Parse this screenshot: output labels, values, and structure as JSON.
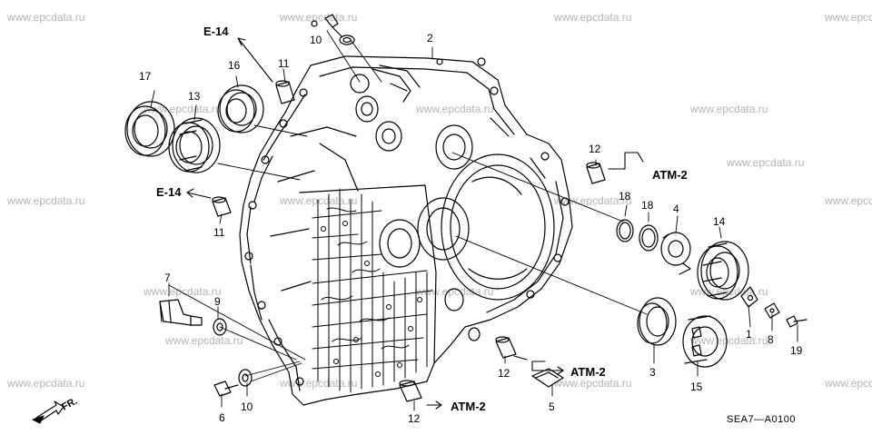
{
  "watermark": "www.epcdata.ru",
  "diagram_code": "SEA7—A0100",
  "direction_label": "FR.",
  "references": {
    "e14_top": "E-14",
    "e14_left": "E-14",
    "atm2_right": "ATM-2",
    "atm2_middle": "ATM-2",
    "atm2_bottom": "ATM-2"
  },
  "callouts": {
    "p1": "1",
    "p2": "2",
    "p3": "3",
    "p4": "4",
    "p5": "5",
    "p6": "6",
    "p7": "7",
    "p8": "8",
    "p9": "9",
    "p10a": "10",
    "p10b": "10",
    "p11a": "11",
    "p11b": "11",
    "p12a": "12",
    "p12b": "12",
    "p12c": "12",
    "p13": "13",
    "p14": "14",
    "p15": "15",
    "p16": "16",
    "p17": "17",
    "p18a": "18",
    "p18b": "18",
    "p19": "19"
  }
}
